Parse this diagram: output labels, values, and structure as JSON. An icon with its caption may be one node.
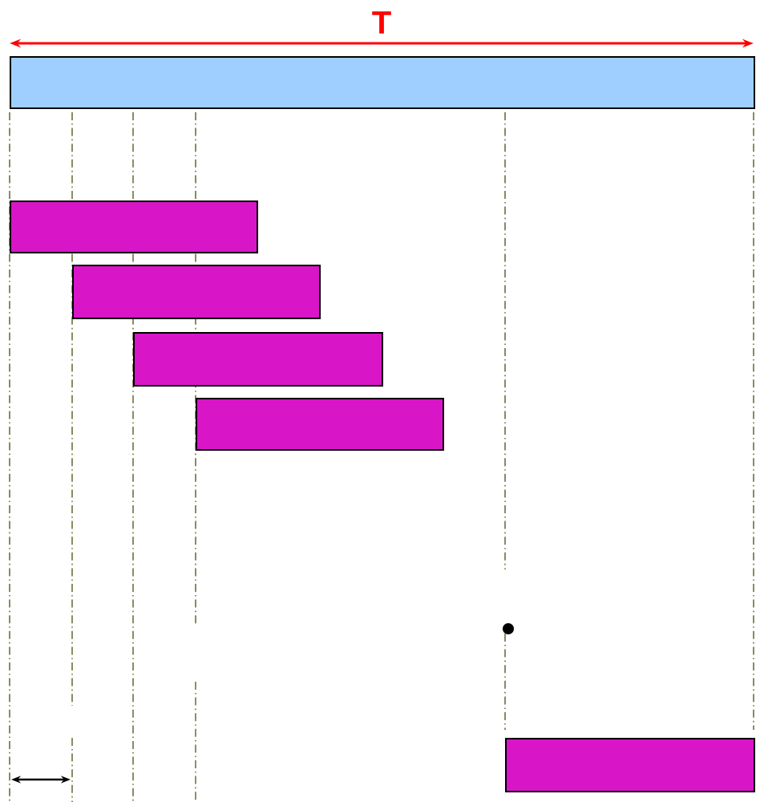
{
  "diagram": {
    "nodes": [
      {
        "text": [],
        "shape": "bar"
      },
      {
        "text": [],
        "shape": "bar"
      },
      {
        "text": [],
        "shape": "bar"
      },
      {
        "text": [],
        "shape": "bar"
      },
      {
        "text": [],
        "shape": "bar"
      },
      {
        "text": [],
        "shape": "bar"
      }
    ],
    "labels": [
      "T"
    ]
  }
}
